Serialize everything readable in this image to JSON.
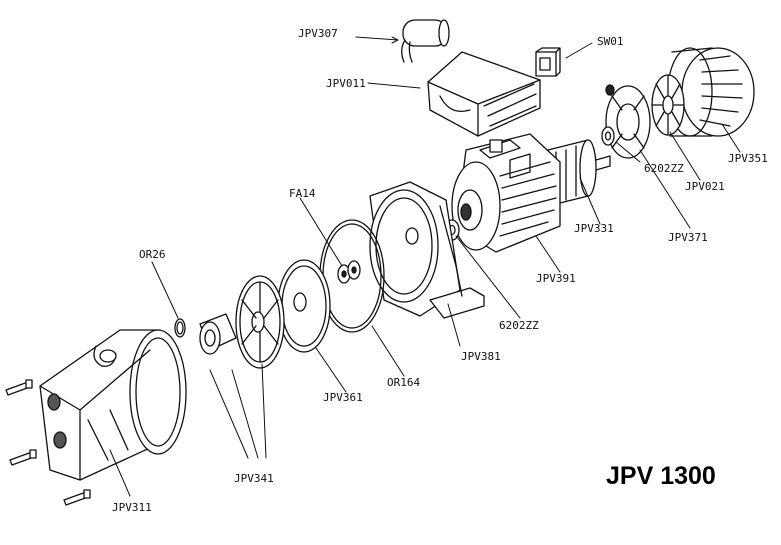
{
  "diagram": {
    "title": "JPV 1300",
    "labels": {
      "jpv307": "JPV307",
      "sw01": "SW01",
      "jpv011": "JPV011",
      "jpv351": "JPV351",
      "fa14": "FA14",
      "b6202zz_top": "6202ZZ",
      "jpv021": "JPV021",
      "jpv331": "JPV331",
      "jpv371": "JPV371",
      "or26": "OR26",
      "jpv391": "JPV391",
      "b6202zz_mid": "6202ZZ",
      "jpv381": "JPV381",
      "or164": "OR164",
      "jpv361": "JPV361",
      "jpv341": "JPV341",
      "jpv311": "JPV311"
    }
  }
}
